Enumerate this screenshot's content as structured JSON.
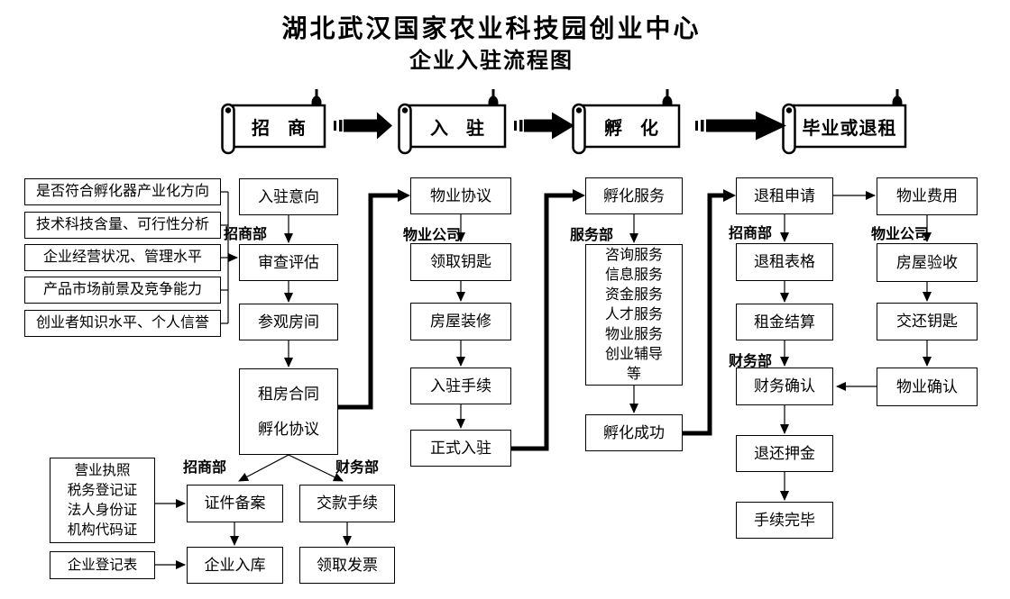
{
  "title": {
    "line1": "湖北武汉国家农业科技园创业中心",
    "line2": "企业入驻流程图"
  },
  "banners": {
    "recruit": "招　商",
    "movein": "入　驻",
    "incubate": "孵　化",
    "graduate": "毕业或退租"
  },
  "criteria": {
    "items": [
      "是否符合孵化器产业化方向",
      "技术科技含量、可行性分析",
      "企业经营状况、管理水平",
      "产品市场前景及竞争能力",
      "创业者知识水平、个人信誉"
    ]
  },
  "recruit": {
    "dept": "招商部",
    "intent": "入驻意向",
    "review": "审查评估",
    "visit": "参观房间",
    "contract1": "租房合同",
    "contract2": "孵化协议"
  },
  "registration": {
    "dept_recruit": "招商部",
    "dept_finance": "财务部",
    "docs": [
      "营业执照",
      "税务登记证",
      "法人身份证",
      "机构代码证"
    ],
    "regform": "企业登记表",
    "filing": "证件备案",
    "warehouse": "企业入库",
    "payment": "交款手续",
    "invoice": "领取发票"
  },
  "movein": {
    "dept": "物业公司",
    "agreement": "物业协议",
    "keys": "领取钥匙",
    "renovation": "房屋装修",
    "procedure": "入驻手续",
    "official": "正式入驻"
  },
  "incubation": {
    "dept": "服务部",
    "service": "孵化服务",
    "services": [
      "咨询服务",
      "信息服务",
      "资金服务",
      "人才服务",
      "物业服务",
      "创业辅导",
      "等"
    ],
    "success": "孵化成功"
  },
  "exit": {
    "dept_recruit": "招商部",
    "dept_finance": "财务部",
    "apply": "退租申请",
    "form": "退租表格",
    "settle": "租金结算",
    "confirm": "财务确认",
    "deposit": "退还押金",
    "complete": "手续完毕"
  },
  "property": {
    "dept": "物业公司",
    "fee": "物业费用",
    "inspect": "房屋验收",
    "keys": "交还钥匙",
    "confirm": "物业确认"
  },
  "colors": {
    "ink": "#000000",
    "paper": "#ffffff"
  }
}
